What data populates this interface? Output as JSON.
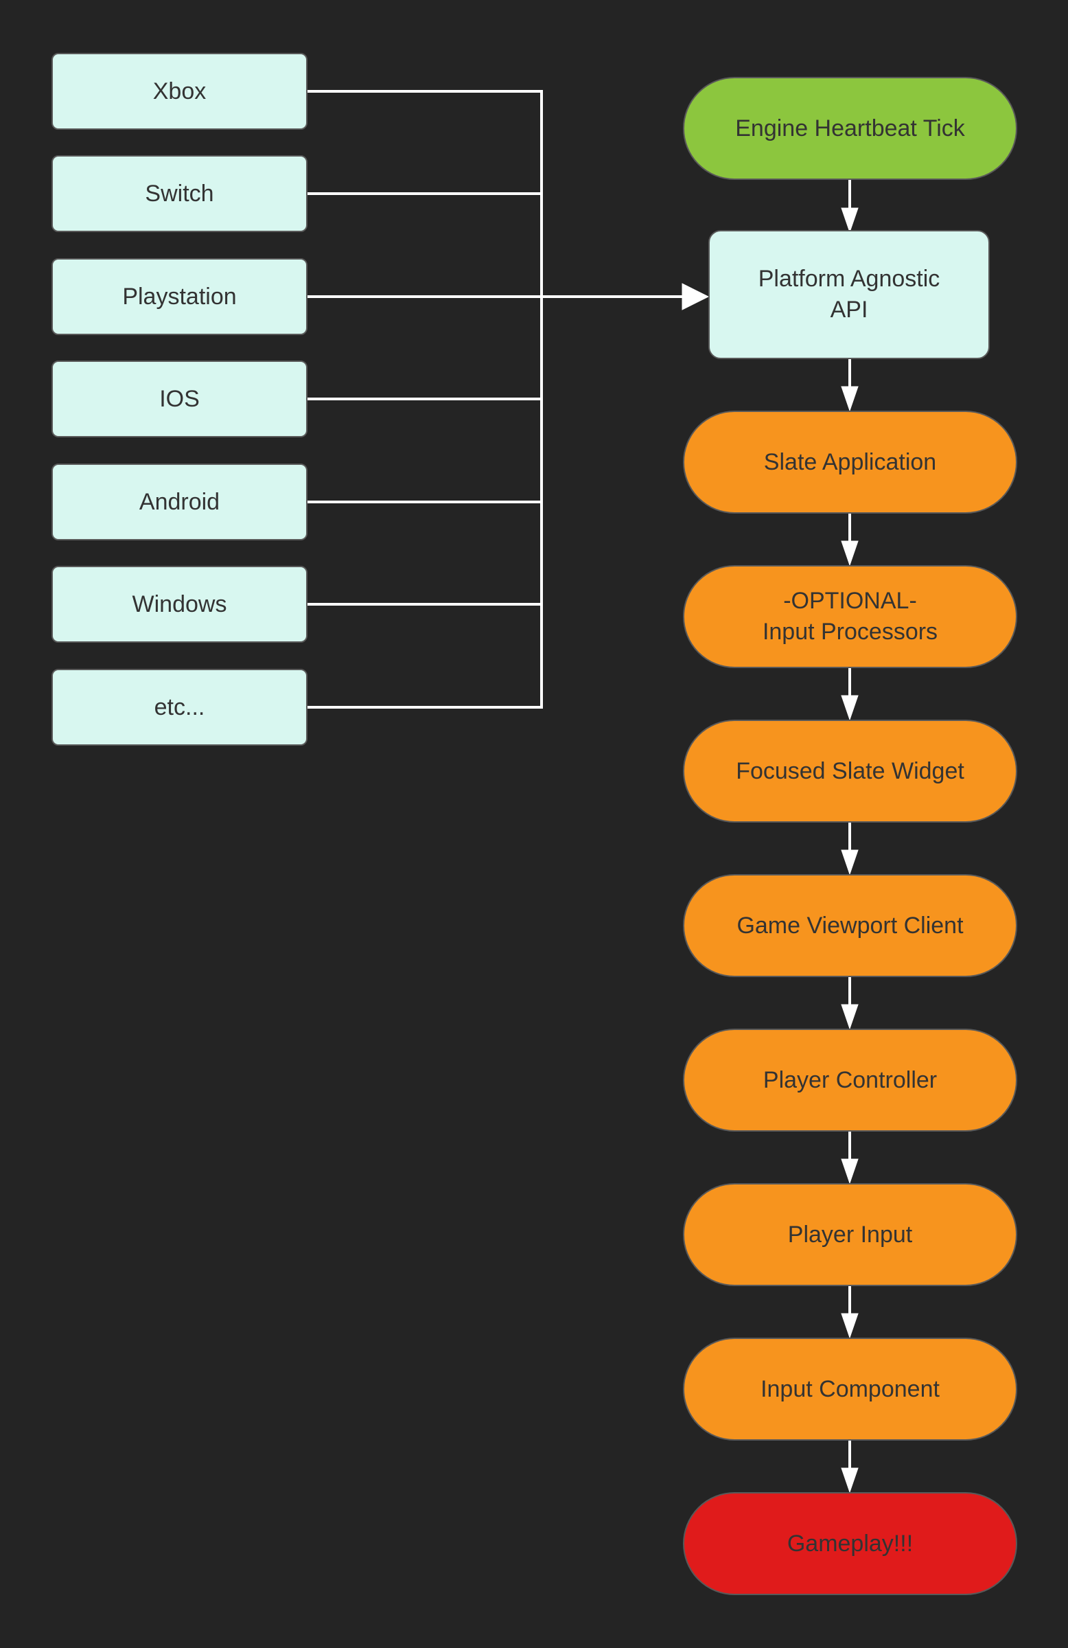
{
  "diagram": {
    "background_color": "#242424",
    "connector_color": "#ffffff",
    "text_color": "#333333",
    "node_colors": {
      "platform_fill": "#d8f7f0",
      "node_border": "#595959",
      "start_fill": "#8cc63e",
      "process_fill": "#f7941e",
      "end_fill": "#e01b1b"
    }
  },
  "platforms": [
    {
      "label": "Xbox"
    },
    {
      "label": "Switch"
    },
    {
      "label": "Playstation"
    },
    {
      "label": "IOS"
    },
    {
      "label": "Android"
    },
    {
      "label": "Windows"
    },
    {
      "label": "etc..."
    }
  ],
  "flow": {
    "engine_tick": {
      "label": "Engine Heartbeat Tick"
    },
    "platform_api": {
      "line1": "Platform Agnostic",
      "line2": "API"
    },
    "slate_app": {
      "label": "Slate Application"
    },
    "input_processors": {
      "line1": "-OPTIONAL-",
      "line2": "Input Processors"
    },
    "focused_widget": {
      "label": "Focused Slate Widget"
    },
    "viewport_client": {
      "label": "Game Viewport Client"
    },
    "player_controller": {
      "label": "Player Controller"
    },
    "player_input": {
      "label": "Player Input"
    },
    "input_component": {
      "label": "Input Component"
    },
    "gameplay": {
      "label": "Gameplay!!!"
    }
  }
}
